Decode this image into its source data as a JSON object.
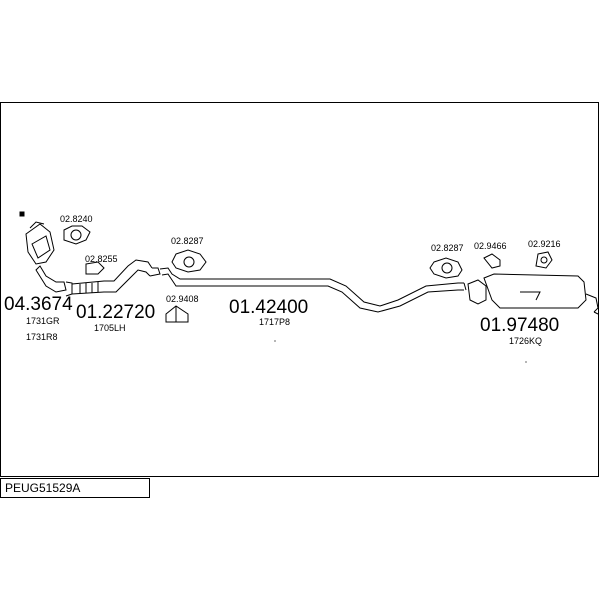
{
  "diagram_code": "PEUG51529A",
  "parts": [
    {
      "number": "04.3674",
      "refs": [
        "1731GR",
        "1731R8"
      ]
    },
    {
      "number": "01.22720",
      "refs": [
        "1705LH"
      ]
    },
    {
      "number": "01.42400",
      "refs": [
        "1717P8"
      ]
    },
    {
      "number": "01.97480",
      "refs": [
        "1726KQ"
      ]
    }
  ],
  "fittings": [
    "02.8240",
    "02.8255",
    "02.8287",
    "02.9408",
    "02.8287",
    "02.9466",
    "02.9216"
  ]
}
